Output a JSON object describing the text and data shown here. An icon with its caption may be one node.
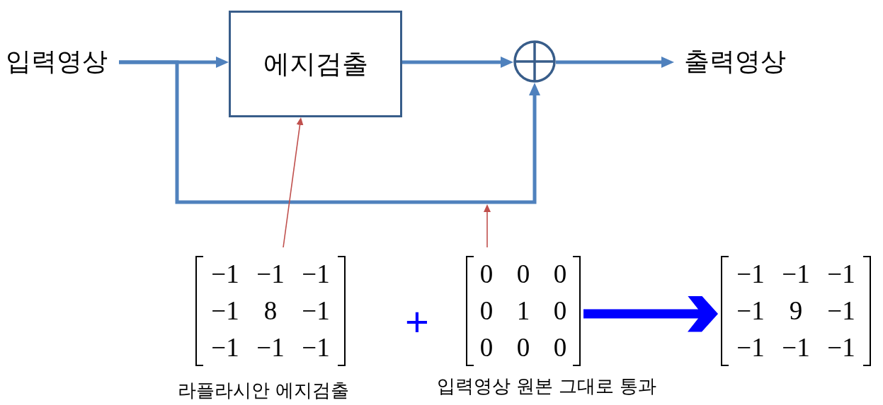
{
  "diagram": {
    "nodes": [
      {
        "text": [
          "입력영상"
        ]
      },
      {
        "text": [
          "에지검출"
        ]
      },
      {
        "text": [],
        "shape": "circle"
      },
      {
        "text": [
          "출력영상"
        ]
      },
      {
        "text": [
          "−1",
          "−1",
          "−1",
          "−1",
          "8",
          "−1",
          "−1",
          "−1",
          "−1"
        ],
        "beside": [
          "라플라시안 에지검출"
        ]
      },
      {
        "text": [
          "0",
          "0",
          "0",
          "0",
          "1",
          "0",
          "0",
          "0",
          "0"
        ],
        "beside": [
          "입력영상 원본 그대로 통과"
        ]
      },
      {
        "text": [
          "−1",
          "−1",
          "−1",
          "−1",
          "9",
          "−1",
          "−1",
          "−1",
          "−1"
        ]
      }
    ],
    "edges": [
      {
        "from": 0,
        "to": 1,
        "arrow": "to"
      },
      {
        "from": 0,
        "to": 2,
        "arrow": "to"
      },
      {
        "from": 1,
        "to": 2,
        "arrow": "to"
      },
      {
        "from": 2,
        "to": 3,
        "arrow": "to"
      },
      {
        "from": 4,
        "to": 1,
        "arrow": "to",
        "color": "#c0504d"
      },
      {
        "from": 5,
        "to": null,
        "arrow": "to",
        "color": "#c0504d"
      },
      {
        "from": 5,
        "to": 6,
        "arrow": "to",
        "style": "thick",
        "color": "#0000ff"
      }
    ],
    "labels": [
      "+"
    ]
  }
}
